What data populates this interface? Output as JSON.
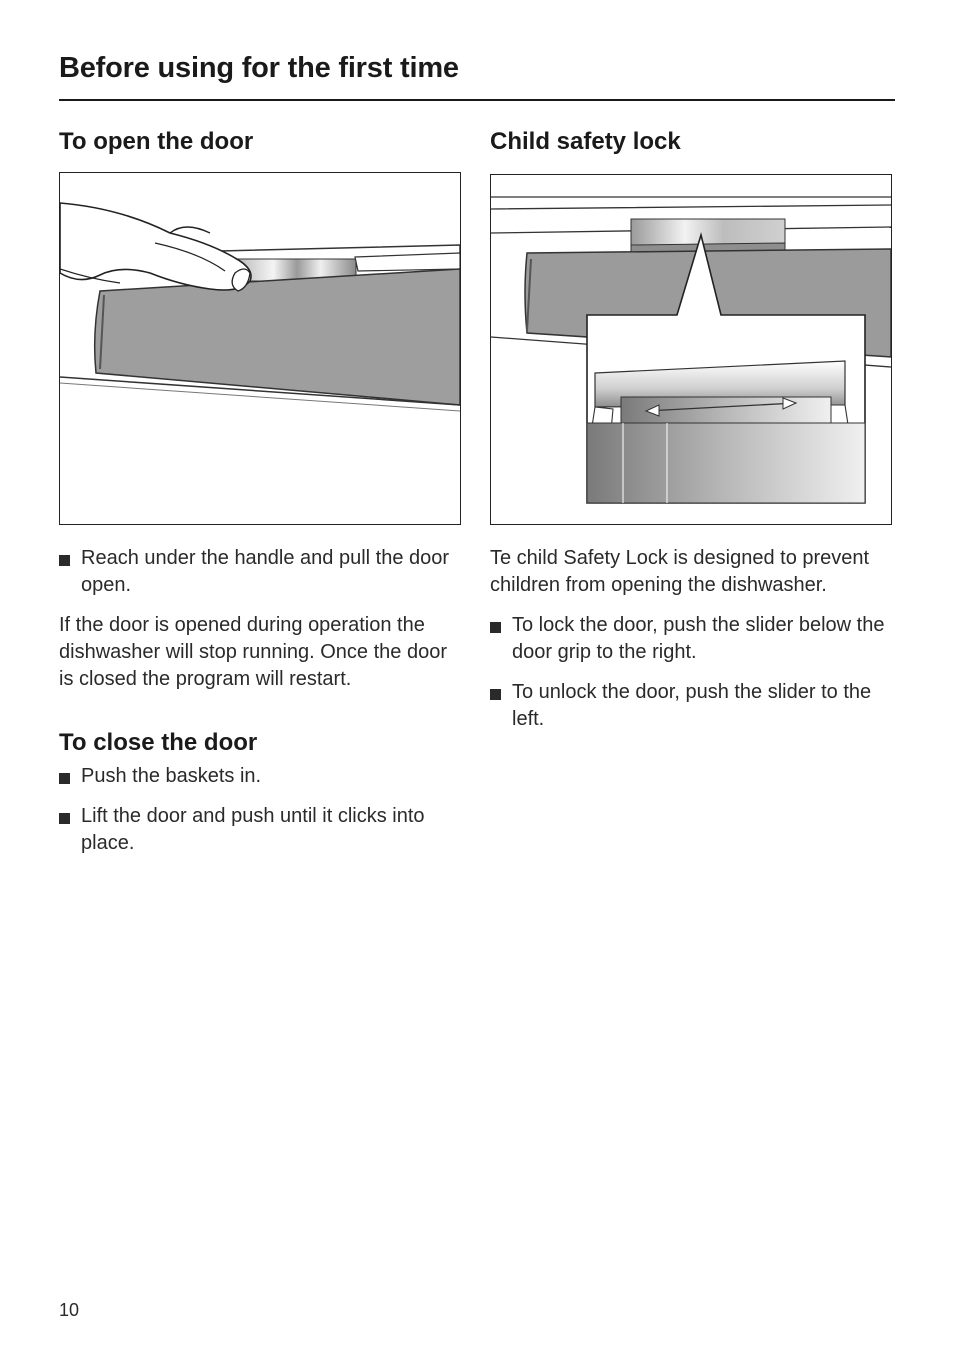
{
  "page": {
    "title": "Before using for the first time",
    "page_number": "10"
  },
  "left": {
    "open_heading": "To open the door",
    "open_bullet": "Reach under the handle and pull the door open.",
    "open_para": "If the door is opened during operation the dishwasher will stop running. Once the door is closed the program will restart.",
    "close_heading": "To close the door",
    "close_bullets": [
      "Push the baskets in.",
      "Lift the door and push until it clicks into place."
    ]
  },
  "right": {
    "lock_heading": "Child safety lock",
    "lock_para": "Te child Safety Lock is designed to prevent children from opening the dishwasher.",
    "lock_bullets": [
      "To lock the door, push the slider below the door grip to the right.",
      "To unlock the door, push the slider to the left."
    ]
  }
}
